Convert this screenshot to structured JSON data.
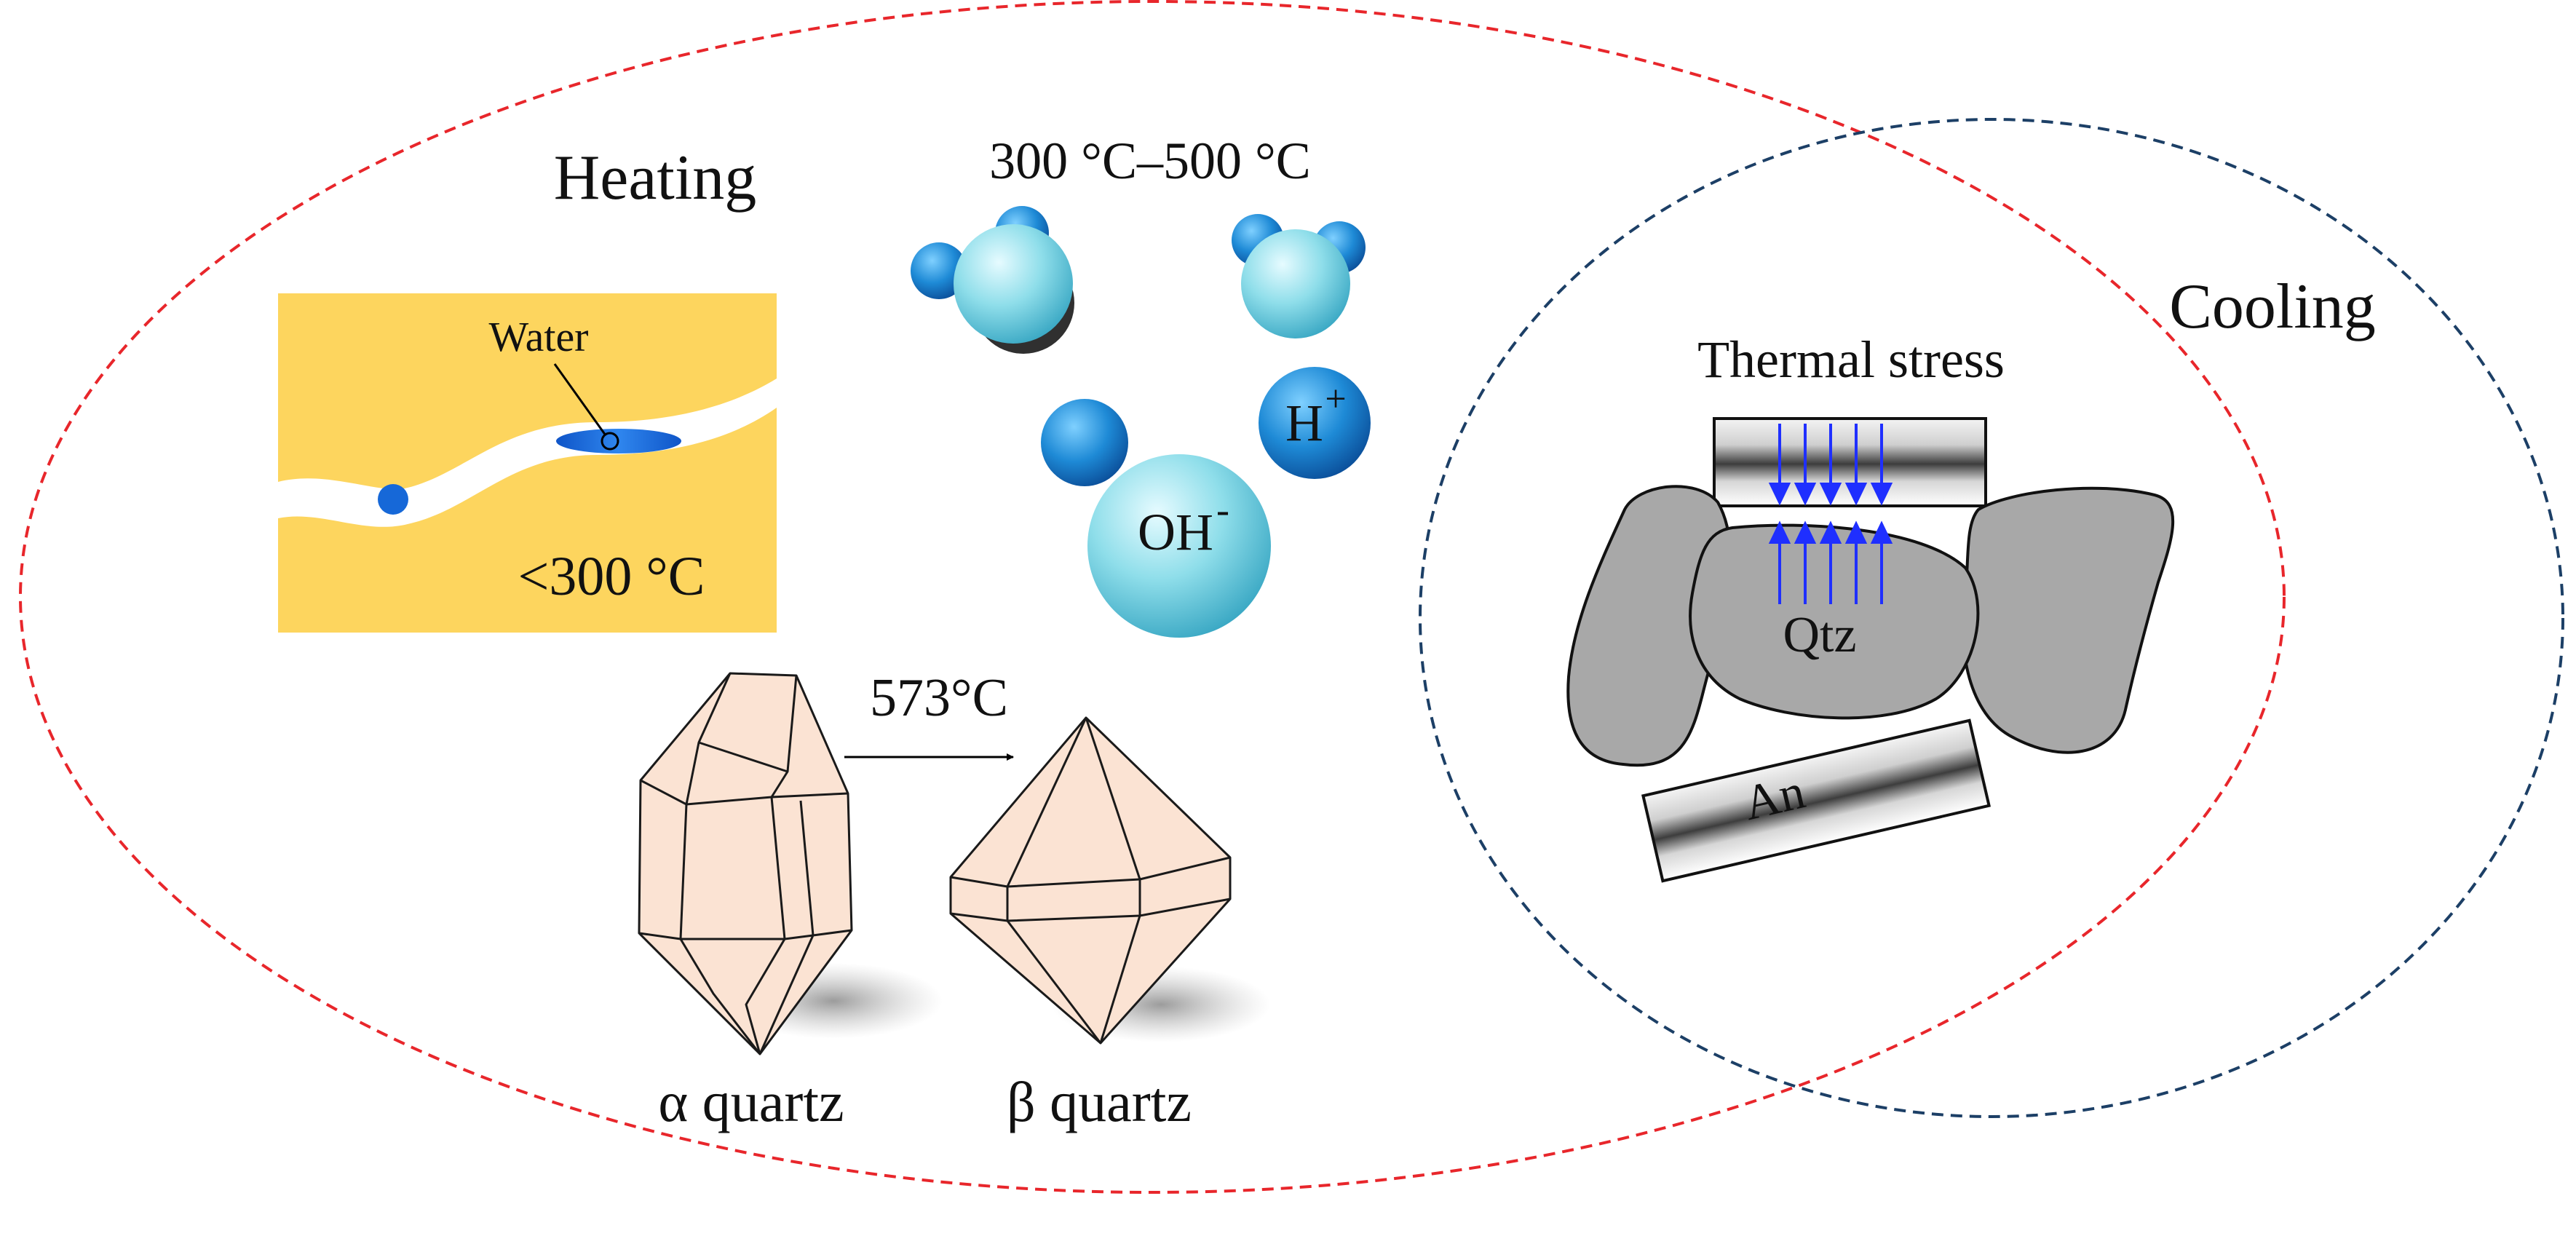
{
  "labels": {
    "heating": "Heating",
    "cooling": "Cooling",
    "temp_range": "300 °C–500 °C",
    "water": "Water",
    "below_300": "<300 °C",
    "h_plus": "H",
    "h_plus_sup": "+",
    "oh_minus": "OH",
    "oh_minus_sup": "-",
    "transition_temp": "573°C",
    "alpha_quartz": "α quartz",
    "beta_quartz": "β quartz",
    "thermal_stress": "Thermal stress",
    "qtz": "Qtz",
    "an": "An"
  },
  "colors": {
    "heating_boundary": "#e8262b",
    "cooling_boundary": "#1c3f66",
    "pore_background": "#fdd55e",
    "water": "#1565d8",
    "molecule_light": "#86dbe8",
    "molecule_dark": "#1f8fd6",
    "crystal_fill": "#fbe3d3",
    "mineral_grain": "#a8a8a8",
    "stress_arrows": "#1f2fff"
  },
  "icons": {
    "water_molecule": "water-molecule-icon",
    "hydroxide_ion": "hydroxide-ion-icon",
    "hydrogen_ion": "hydrogen-ion-icon",
    "alpha_quartz_crystal": "alpha-quartz-crystal-icon",
    "beta_quartz_crystal": "beta-quartz-crystal-icon"
  }
}
